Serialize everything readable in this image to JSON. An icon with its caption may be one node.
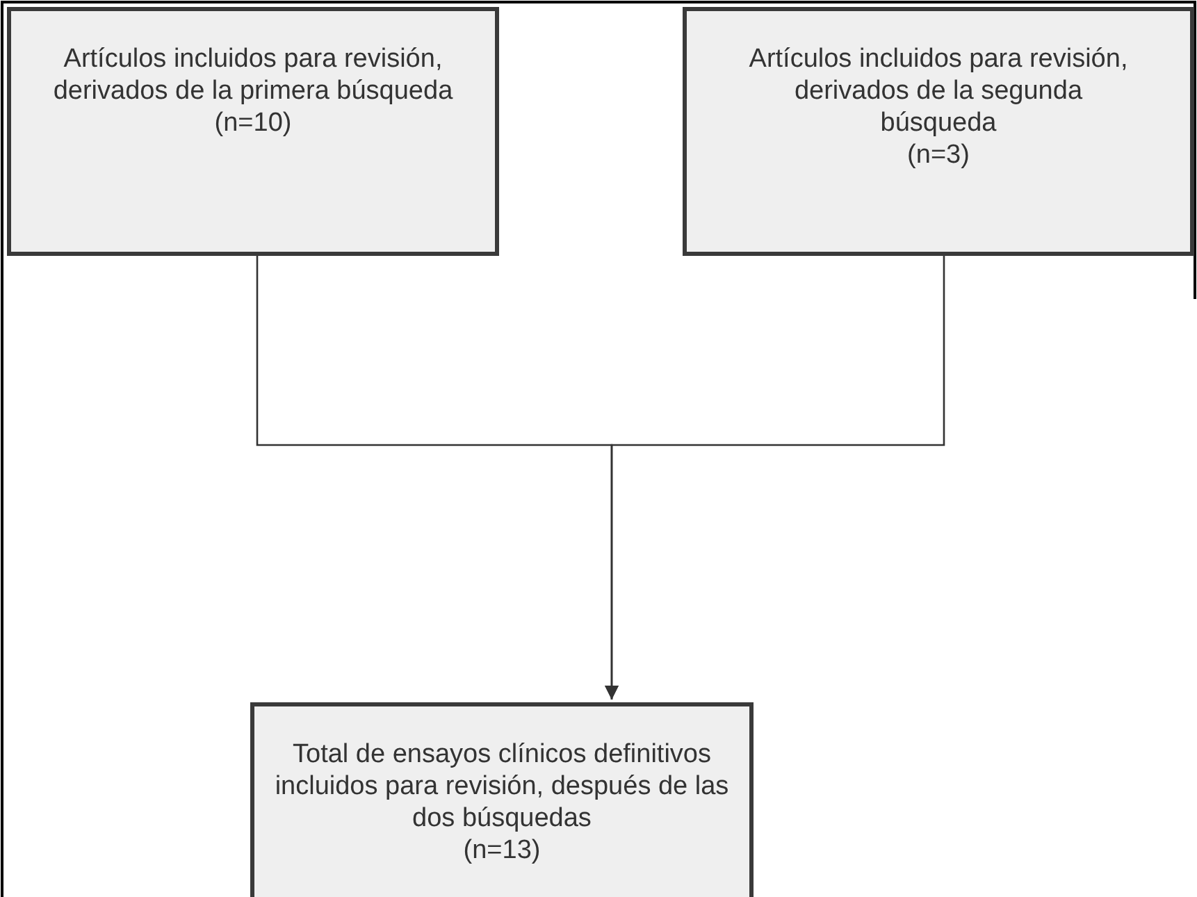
{
  "diagram": {
    "nodes": [
      {
        "text": [
          "Artículos incluidos para revisión, derivados de la primera búsqueda",
          "(n=10)"
        ]
      },
      {
        "text": [
          "Artículos incluidos para revisión, derivados de la segunda búsqueda",
          "(n=3)"
        ]
      },
      {
        "text": [
          "Total de ensayos clínicos definitivos incluidos para revisión, después de las dos búsquedas",
          "(n=13)"
        ]
      }
    ],
    "edges": [
      {
        "from": 0,
        "to": 2,
        "arrow": "to"
      },
      {
        "from": 1,
        "to": 2,
        "arrow": "to"
      }
    ]
  }
}
